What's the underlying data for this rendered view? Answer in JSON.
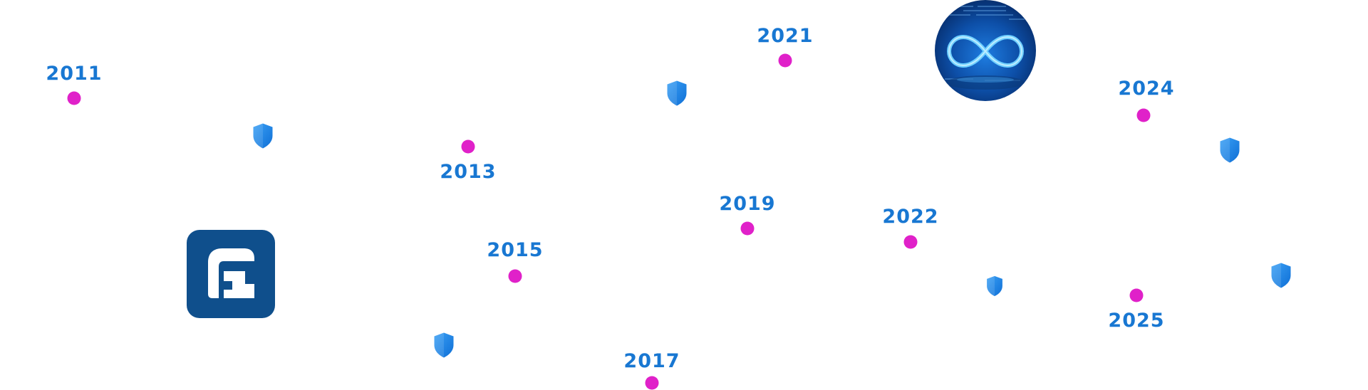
{
  "timeline": {
    "years": [
      {
        "label": "2011"
      },
      {
        "label": "2013"
      },
      {
        "label": "2015"
      },
      {
        "label": "2017"
      },
      {
        "label": "2019"
      },
      {
        "label": "2021"
      },
      {
        "label": "2022"
      },
      {
        "label": "2024"
      },
      {
        "label": "2025"
      }
    ]
  },
  "colors": {
    "year_text": "#1877d2",
    "dot": "#e021c9",
    "shield": "#1e88e5",
    "logo_bg": "#0f4f8c"
  },
  "icons": {
    "shield": "shield-icon",
    "logo": "company-logo",
    "tech": "infinity-tech-image"
  }
}
